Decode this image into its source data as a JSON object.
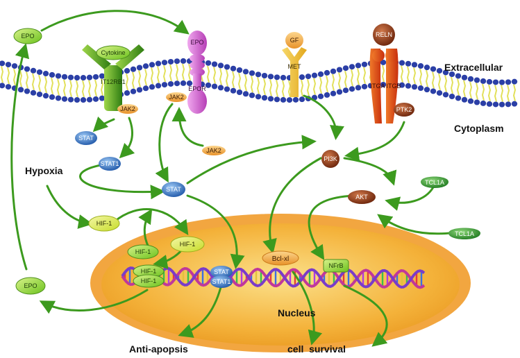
{
  "regions": {
    "extracellular": "Extracellular",
    "cytoplasm": "Cytoplasm",
    "nucleus": "Nucleus"
  },
  "receptors": {
    "cytokine": "Cytokine",
    "il12rb1": "IT12RB1",
    "jak2_on_il12": "JAK2",
    "epo_ligand": "EPO",
    "epor": "EPOR",
    "jak2_on_epor": "JAK2",
    "gf": "GF",
    "met": "MET",
    "reln": "RELN",
    "itga": "ITGA",
    "itgb": "ITGB",
    "ptk2": "PTK2"
  },
  "molecules": {
    "epo_top": "EPO",
    "epo_bottom": "EPO",
    "stat_a": "STAT",
    "stat_b": "STAT1",
    "stat_c": "STAT",
    "jak2_free": "JAK2",
    "pi3k": "PI3K",
    "akt": "AKT",
    "tcl1a_a": "TCL1A",
    "tcl1a_b": "TCL1A",
    "hif1_a": "HIF-1",
    "hif1_b": "HIF-1",
    "hif1_c": "HIF-1",
    "hif1_d": "HIF-1",
    "hif1_e": "HIF-1",
    "stat_dna": "STAT",
    "stat1_dna": "STAT1",
    "bclxl": "Bcl-xl",
    "nfkb": "NFrB"
  },
  "stimuli": {
    "hypoxia": "Hypoxia"
  },
  "outcomes": {
    "anti_apoptosis": "Anti-apopsis",
    "cell_survival": "cell  survival"
  },
  "colors": {
    "arrow": "#3c9a1e",
    "membrane_head": "#2b3fa6",
    "membrane_tail": "#e2e05a",
    "nucleus_outer": "#f3a93a",
    "nucleus_inner": "#f0aa2a",
    "il12_receptor": "#4a9a1c",
    "epor": "#d25fd0",
    "met": "#f0c32a",
    "integrin": "#e24818",
    "stat": "#2b6fbf",
    "epo_hif": "#7ed321",
    "pi3k": "#8a3a14",
    "akt": "#7a2a10",
    "tcl1a": "#3a9a30",
    "jak2": "#f0a63c"
  }
}
